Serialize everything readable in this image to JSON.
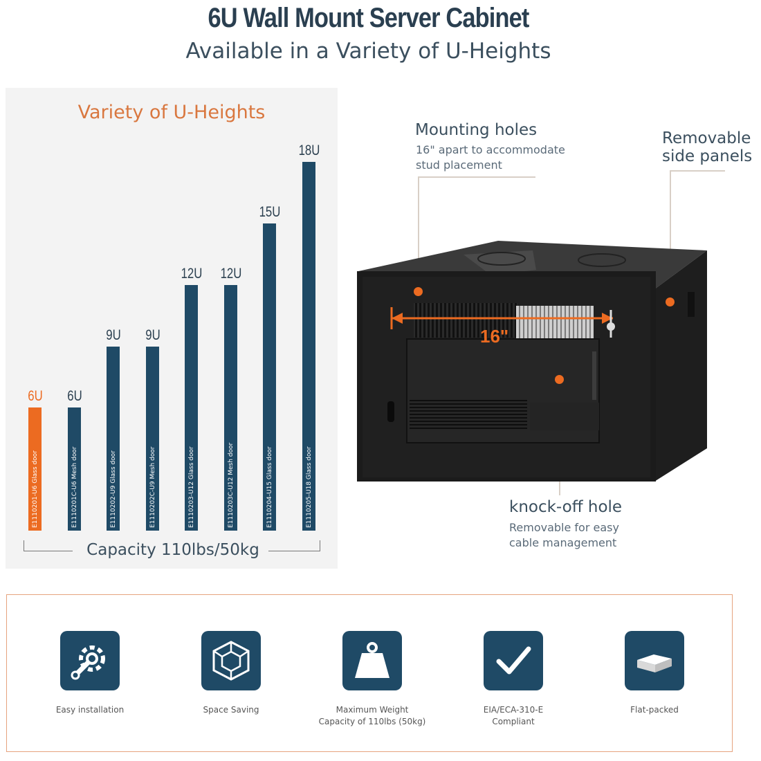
{
  "header": {
    "title": "6U Wall Mount Server Cabinet",
    "subtitle": "Available in a Variety of U-Heights"
  },
  "variety": {
    "title": "Variety of U-Heights",
    "capacity": "Capacity 110lbs/50kg",
    "bars": [
      {
        "size": "6U",
        "u": 6,
        "label": "E1110201-U6 Glass door",
        "highlight": true
      },
      {
        "size": "6U",
        "u": 6,
        "label": "E1110201C-U6 Mesh door",
        "highlight": false
      },
      {
        "size": "9U",
        "u": 9,
        "label": "E1110202-U9 Glass door",
        "highlight": false
      },
      {
        "size": "9U",
        "u": 9,
        "label": "E1110202C-U9 Mesh door",
        "highlight": false
      },
      {
        "size": "12U",
        "u": 12,
        "label": "E1110203-U12 Glass door",
        "highlight": false
      },
      {
        "size": "12U",
        "u": 12,
        "label": "E1110203C-U12 Mesh door",
        "highlight": false
      },
      {
        "size": "15U",
        "u": 15,
        "label": "E1110204-U15 Glass door",
        "highlight": false
      },
      {
        "size": "18U",
        "u": 18,
        "label": "E1110205-U18 Glass door",
        "highlight": false
      }
    ]
  },
  "callouts": {
    "mounting_title": "Mounting holes",
    "mounting_sub1": "16\" apart to accommodate",
    "mounting_sub2": "stud placement",
    "side_line1": "Removable",
    "side_line2": "side panels",
    "knock_title": "knock-off hole",
    "knock_sub1": "Removable for easy",
    "knock_sub2": "cable management",
    "dimension": "16\""
  },
  "features": [
    {
      "icon": "wrench-gear-icon",
      "line1": "Easy installation",
      "line2": ""
    },
    {
      "icon": "cube-icon",
      "line1": "Space Saving",
      "line2": ""
    },
    {
      "icon": "weight-icon",
      "line1": "Maximum Weight",
      "line2": "Capacity of 110lbs (50kg)"
    },
    {
      "icon": "checkmark-icon",
      "line1": "EIA/ECA-310-E",
      "line2": "Compliant"
    },
    {
      "icon": "flat-box-icon",
      "line1": "Flat-packed",
      "line2": ""
    }
  ],
  "colors": {
    "accent": "#ec6b21",
    "navy": "#1f4a66"
  }
}
